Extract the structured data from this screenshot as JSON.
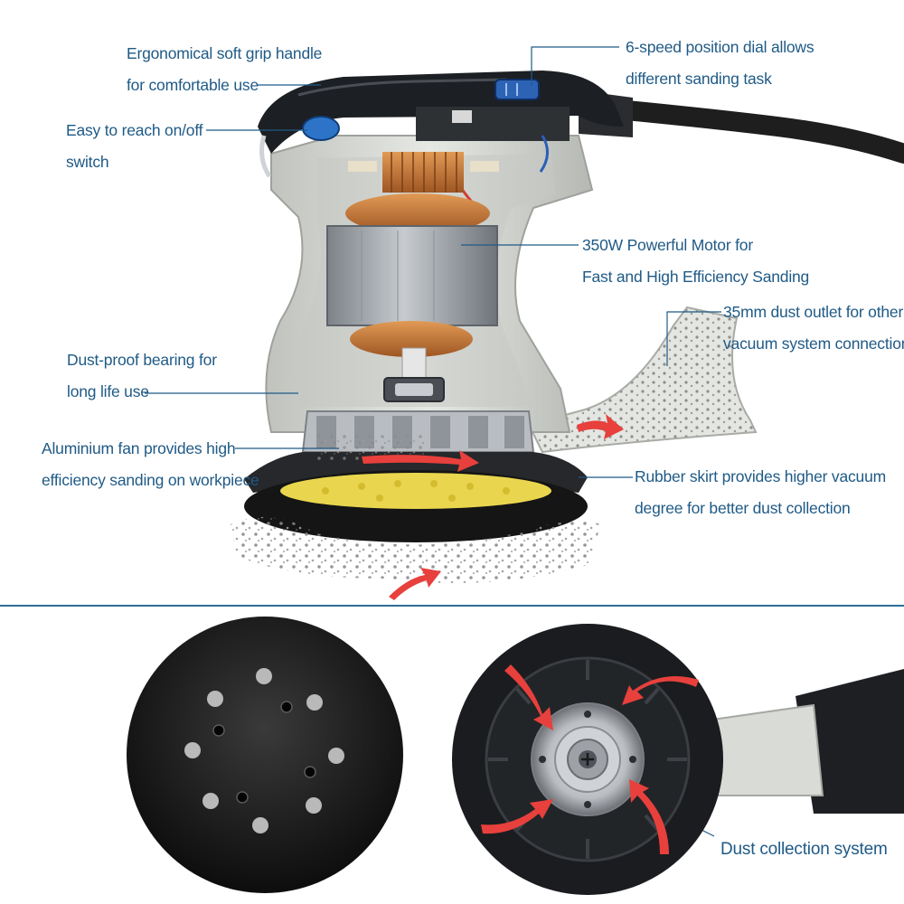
{
  "callouts": {
    "grip_handle": [
      "Ergonomical soft grip handle",
      "for comfortable use"
    ],
    "on_off_switch": [
      "Easy to reach on/off",
      "switch"
    ],
    "speed_dial": [
      "6-speed position dial allows",
      "different sanding task"
    ],
    "motor": [
      "350W Powerful Motor for",
      "Fast and High Efficiency Sanding"
    ],
    "dust_outlet": [
      "35mm dust outlet  for other",
      "vacuum  system connection"
    ],
    "bearing": [
      "Dust-proof bearing for",
      "long life use"
    ],
    "fan": [
      "Aluminium fan  provides  high",
      "efficiency sanding on workpiece"
    ],
    "rubber_skirt": [
      "Rubber skirt provides higher vacuum",
      "degree for better dust collection"
    ],
    "dust_collection": [
      "Dust collection system"
    ]
  },
  "colors": {
    "label_text": "#1f5a86",
    "leader_line": "#1f5a86",
    "divider": "#2f6d96",
    "arrow": "#e8403c",
    "housing": "#d9dbd6",
    "handle": "#1c1f23",
    "motor_stator": "#a9adb2",
    "copper": "#c9783a",
    "sanding_pad": "#e9d64e",
    "dust": "#8a8a8a"
  },
  "icons": [
    "red-flow-arrow",
    "dust-particles"
  ]
}
